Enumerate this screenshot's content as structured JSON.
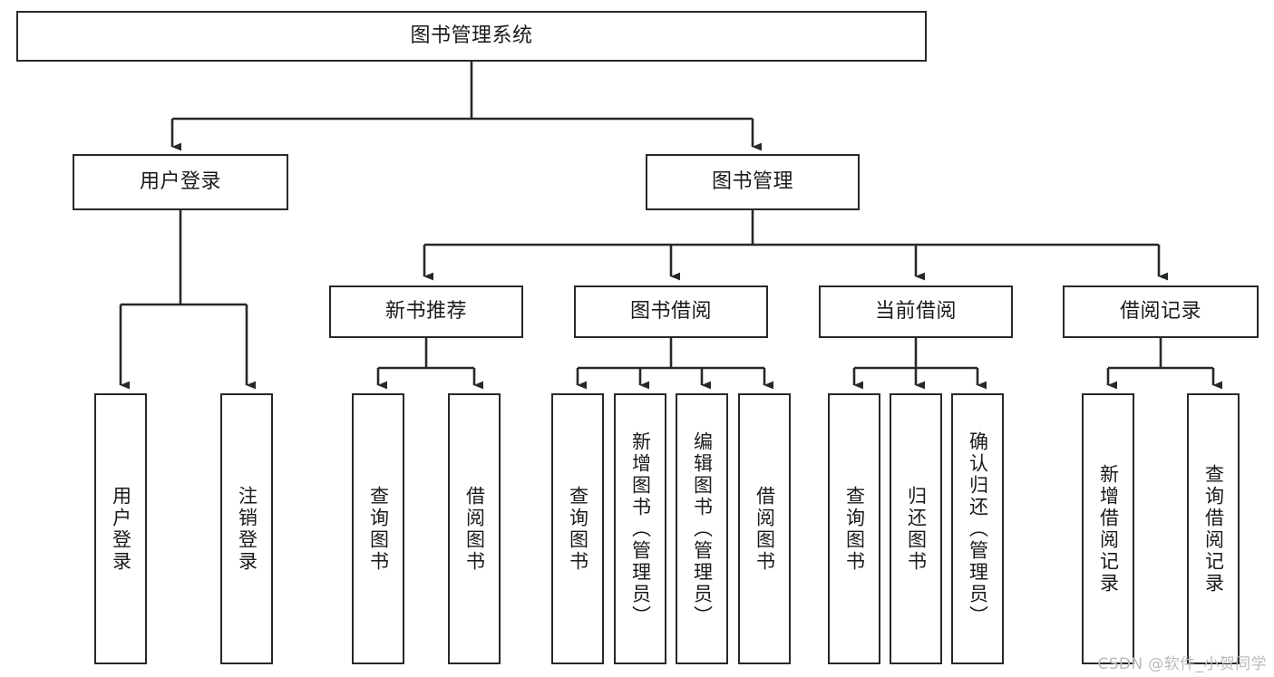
{
  "diagram": {
    "title": "图书管理系统",
    "type": "tree-hierarchy-chart",
    "colors": {
      "stroke": "#26292b",
      "box_fill": "#ffffff",
      "text": "#1a1a1a",
      "watermark": "#b9bbbd",
      "background": "#ffffff"
    },
    "root": {
      "label": "图书管理系统"
    },
    "level2": [
      {
        "label": "用户登录"
      },
      {
        "label": "图书管理"
      }
    ],
    "level3": [
      {
        "label": "新书推荐"
      },
      {
        "label": "图书借阅"
      },
      {
        "label": "当前借阅"
      },
      {
        "label": "借阅记录"
      }
    ],
    "leaves": {
      "user_login": [
        {
          "label": "用户登录"
        },
        {
          "label": "注销登录"
        }
      ],
      "new_book_recommend": [
        {
          "label": "查询图书"
        },
        {
          "label": "借阅图书"
        }
      ],
      "book_borrow": [
        {
          "label": "查询图书"
        },
        {
          "label": "新增图书（管理员）"
        },
        {
          "label": "编辑图书（管理员）"
        },
        {
          "label": "借阅图书"
        }
      ],
      "current_borrow": [
        {
          "label": "查询图书"
        },
        {
          "label": "归还图书"
        },
        {
          "label": "确认归还（管理员）"
        }
      ],
      "borrow_record": [
        {
          "label": "新增借阅记录"
        },
        {
          "label": "查询借阅记录"
        }
      ]
    }
  },
  "watermark": {
    "text": "CSDN @软件_小贺同学"
  }
}
